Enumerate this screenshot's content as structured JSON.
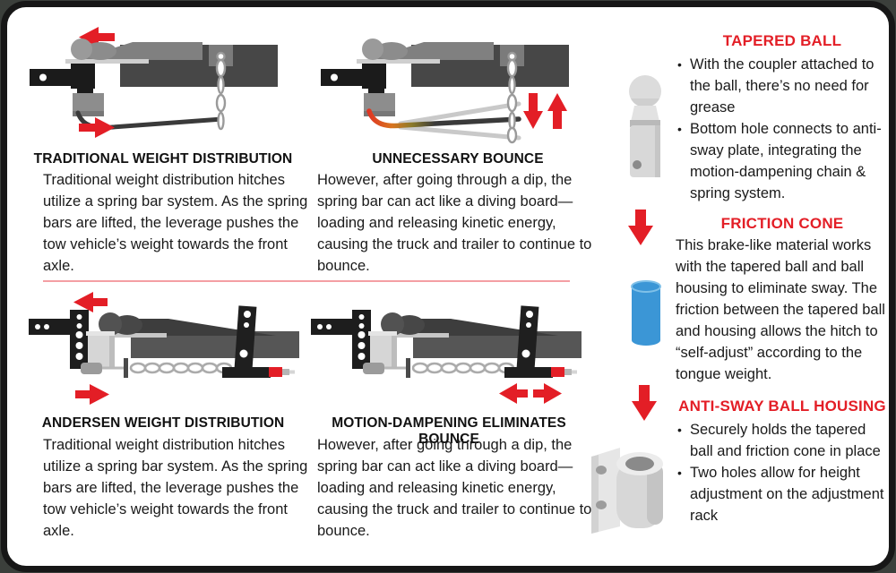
{
  "colors": {
    "accent_red": "#e31e26",
    "divider_pink": "#f49fa4",
    "friction_cone_blue": "#3b96d6",
    "frame_dark_gray": "#474747",
    "part_light_gray": "#d8d8d8"
  },
  "quadrants": [
    {
      "title": "TRADITIONAL WEIGHT DISTRIBUTION",
      "body": "Traditional weight distribution hitches utilize a spring bar system. As the spring bars are lifted, the leverage pushes the tow vehicle’s weight towards the front axle."
    },
    {
      "title": "UNNECESSARY BOUNCE",
      "body": "However, after going through a dip, the spring bar can act like a diving board—loading and releasing kinetic energy, causing the truck and trailer to continue to bounce."
    },
    {
      "title": "ANDERSEN WEIGHT DISTRIBUTION",
      "body": "Traditional weight distribution hitches utilize a spring bar system. As the spring bars are lifted, the leverage pushes the tow vehicle’s weight towards the front axle."
    },
    {
      "title": "MOTION-DAMPENING ELIMINATES BOUNCE",
      "body": "However, after going through a dip, the spring bar can act like a diving board—loading and releasing kinetic energy, causing the truck and trailer to continue to bounce."
    }
  ],
  "sidebar": {
    "sections": [
      {
        "heading": "TAPERED BALL",
        "icon": "tapered-ball-illustration",
        "bullets": [
          "With the coupler attached to the ball, there’s no need for grease",
          "Bottom hole connects to anti-sway plate, integrating the motion-dampening chain & spring system."
        ]
      },
      {
        "heading": "FRICTION CONE",
        "icon": "friction-cone-illustration",
        "body": "This brake-like material works with the tapered ball and ball housing to eliminate sway. The friction between the tapered ball and housing allows the hitch to “self-adjust” according to the tongue weight."
      },
      {
        "heading": "ANTI-SWAY BALL HOUSING",
        "icon": "ball-housing-illustration",
        "bullets": [
          "Securely holds the tapered ball and friction cone in place",
          "Two holes allow for height adjustment on the adjustment rack"
        ]
      }
    ]
  }
}
